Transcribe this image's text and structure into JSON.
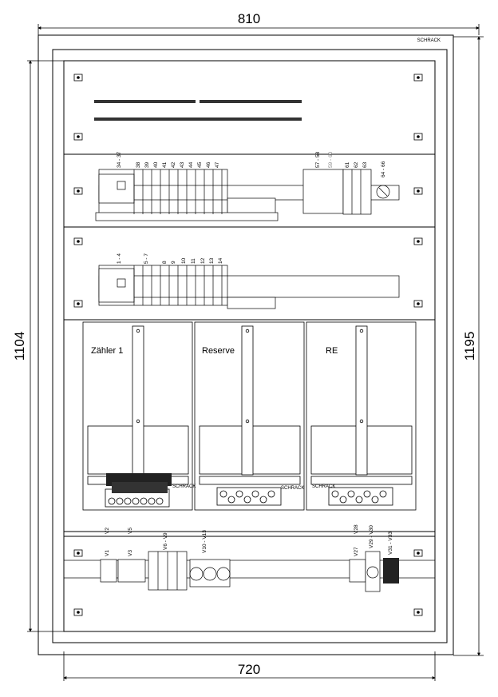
{
  "dimensions": {
    "outer_width": "810",
    "inner_width": "720",
    "inner_height": "1104",
    "outer_height": "1195"
  },
  "brand": "SCHRACK",
  "row2_labels": [
    "34 - 37",
    "38",
    "39",
    "40",
    "41",
    "42",
    "43",
    "44",
    "45",
    "46",
    "47",
    "57 - 58",
    "59 - 60",
    "61",
    "62",
    "63",
    "64 - 66"
  ],
  "row3_labels": [
    "1 - 4",
    "5 - 7",
    "8",
    "9",
    "10",
    "11",
    "12",
    "13",
    "14"
  ],
  "meter_panels": [
    {
      "title": "Zähler 1",
      "brand": "SCHRACK"
    },
    {
      "title": "Reserve",
      "brand": "SCHRACK"
    },
    {
      "title": "RE",
      "brand": "SCHRACK"
    }
  ],
  "bottom_labels": [
    "V1",
    "V2",
    "V3",
    "V5",
    "V6 - V9",
    "V10 - V13",
    "V27",
    "V28",
    "V29 - V30",
    "V31 - V33"
  ]
}
